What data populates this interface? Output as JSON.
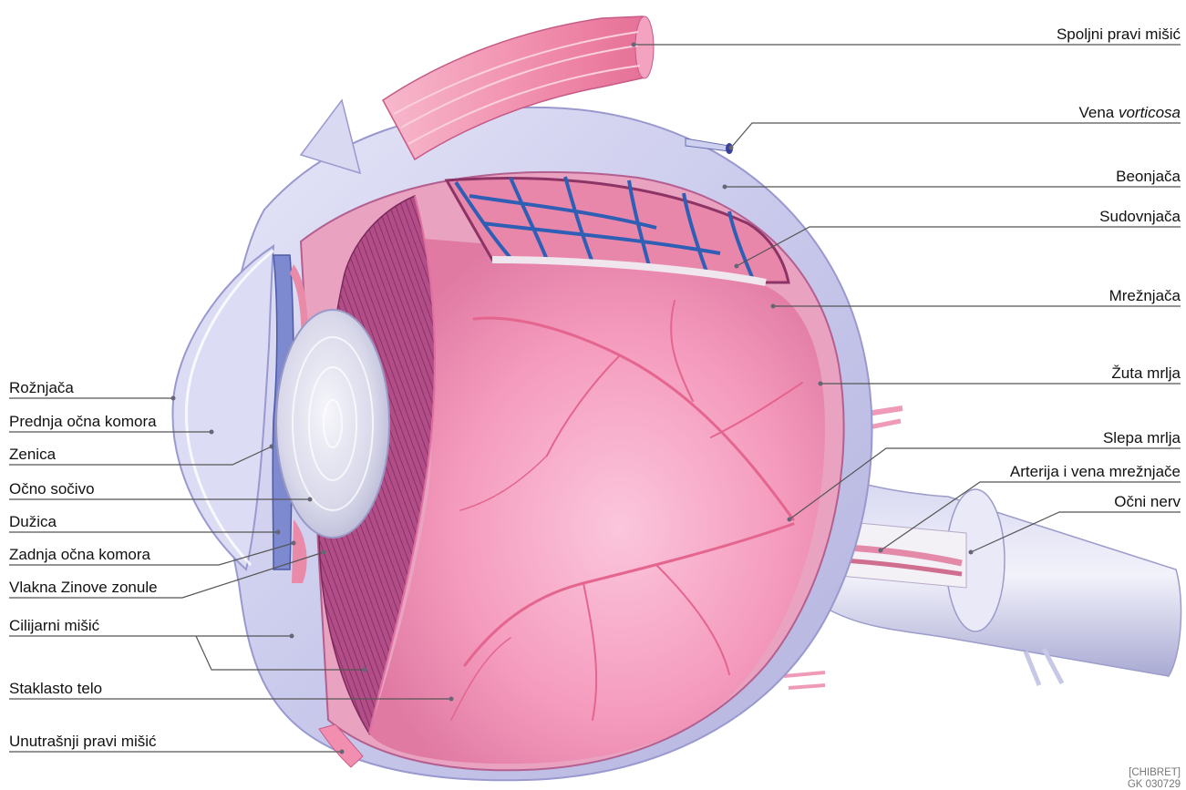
{
  "colors": {
    "sclera": "#cfd0ee",
    "sclera_edge": "#a9a8d4",
    "vitreous": "#f4a8c6",
    "vessel": "#d9577f",
    "choroid_vessel": "#2f5fb5",
    "muscle": "#f08bab",
    "leader": "#555555"
  },
  "labels": {
    "left": [
      {
        "id": "roznjaca",
        "text": "Rožnjača"
      },
      {
        "id": "prednja",
        "text": "Prednja očna komora"
      },
      {
        "id": "zenica",
        "text": "Zenica"
      },
      {
        "id": "socivo",
        "text": "Očno sočivo"
      },
      {
        "id": "duzica",
        "text": "Dužica"
      },
      {
        "id": "zadnja",
        "text": "Zadnja očna komora"
      },
      {
        "id": "vlakna",
        "text": "Vlakna Zinove zonule"
      },
      {
        "id": "cilijarni",
        "text": "Cilijarni mišić"
      },
      {
        "id": "staklasto",
        "text": "Staklasto telo"
      },
      {
        "id": "unutrasnji",
        "text": "Unutrašnji pravi mišić"
      }
    ],
    "right": [
      {
        "id": "spoljni",
        "text": "Spoljni pravi mišić"
      },
      {
        "id": "vena",
        "text": "Vena ",
        "italic": "vorticosa"
      },
      {
        "id": "beonjaca",
        "text": "Beonjača"
      },
      {
        "id": "sudovnjaca",
        "text": "Sudovnjača"
      },
      {
        "id": "mreznjaca",
        "text": "Mrežnjača"
      },
      {
        "id": "zuta",
        "text": "Žuta mrlja"
      },
      {
        "id": "slepa",
        "text": "Slepa mrlja"
      },
      {
        "id": "arterija",
        "text": "Arterija i vena mrežnjače"
      },
      {
        "id": "nerv",
        "text": "Očni nerv"
      }
    ]
  },
  "credit": {
    "line1": "[CHIBRET]",
    "line2": "GK 030729"
  }
}
